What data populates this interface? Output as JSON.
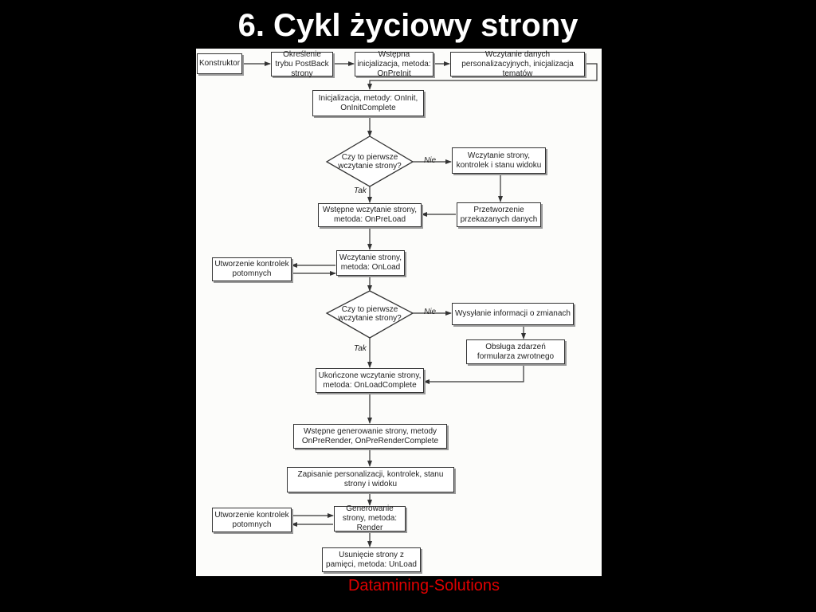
{
  "title": "6. Cykl życiowy strony",
  "footer": "Datamining-Solutions",
  "nodes": {
    "konstruktor": "Konstruktor",
    "okreslenie": "Określenie trybu PostBack strony",
    "wstepna_inicjalizacja": "Wstępna inicjalizacja, metoda: OnPreInit",
    "wczytanie_personalizacji": "Wczytanie danych personalizacyjnych, inicjalizacja tematów",
    "inicjalizacja": "Inicjalizacja, metody: OnInit, OnInitComplete",
    "decision1": "Czy to pierwsze wczytanie strony?",
    "wczytanie_kontrolek": "Wczytanie strony, kontrolek i stanu widoku",
    "przetworzenie": "Przetworzenie przekazanych danych",
    "preload": "Wstępne wczytanie strony, metoda: OnPreLoad",
    "onload": "Wczytanie strony, metoda: OnLoad",
    "utworzenie1": "Utworzenie kontrolek potomnych",
    "decision2": "Czy to pierwsze wczytanie strony?",
    "wysylanie": "Wysyłanie informacji o zmianach",
    "obsluga": "Obsługa zdarzeń formularza zwrotnego",
    "loadcomplete": "Ukończone wczytanie strony, metoda: OnLoadComplete",
    "prerender": "Wstępne generowanie strony, metody OnPreRender, OnPreRenderComplete",
    "zapisanie": "Zapisanie personalizacji, kontrolek, stanu strony i widoku",
    "render": "Generowanie strony, metoda: Render",
    "utworzenie2": "Utworzenie kontrolek potomnych",
    "unload": "Usunięcie strony z pamięci, metoda: UnLoad"
  },
  "labels": {
    "nie1": "Nie",
    "tak1": "Tak",
    "nie2": "Nie",
    "tak2": "Tak"
  }
}
